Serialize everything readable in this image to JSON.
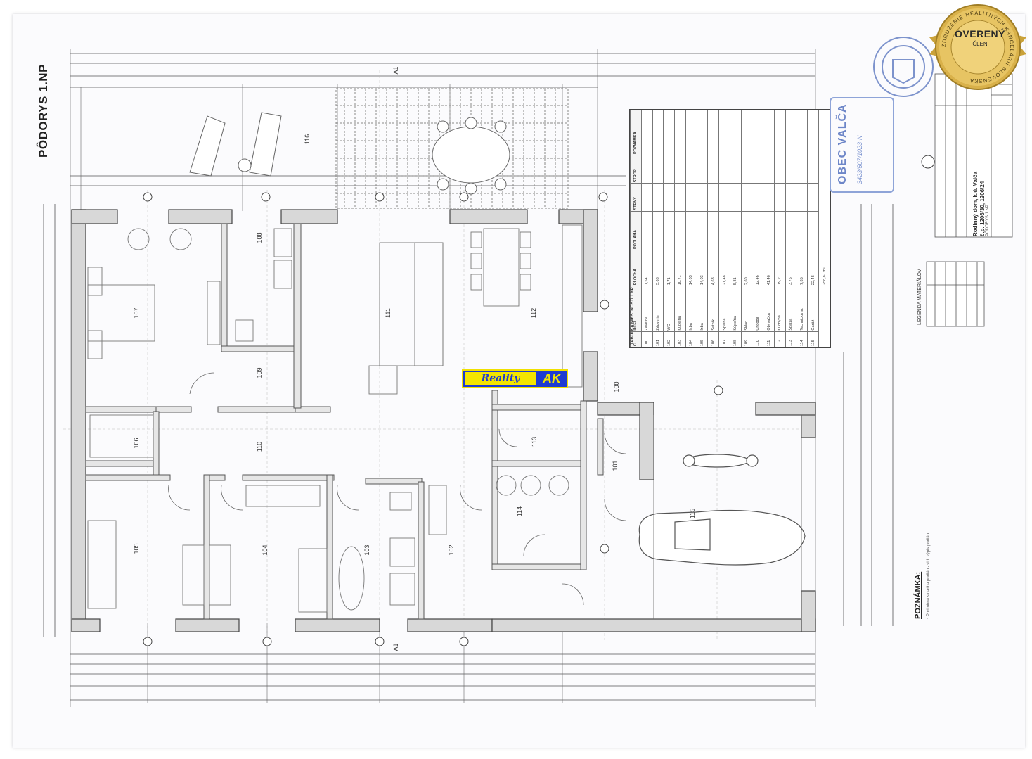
{
  "drawing": {
    "title": "PÔDORYS 1.NP",
    "section_marker": "A1",
    "rooms": [
      {
        "id": "101"
      },
      {
        "id": "102"
      },
      {
        "id": "103"
      },
      {
        "id": "104"
      },
      {
        "id": "105"
      },
      {
        "id": "106"
      },
      {
        "id": "107"
      },
      {
        "id": "108"
      },
      {
        "id": "109"
      },
      {
        "id": "110"
      },
      {
        "id": "111"
      },
      {
        "id": "112"
      },
      {
        "id": "113"
      },
      {
        "id": "114"
      },
      {
        "id": "115"
      },
      {
        "id": "116"
      },
      {
        "id": "100"
      }
    ],
    "note_title": "POZNÁMKA:",
    "note_text": "* Podrobná skladba podláh - viď. výpis podláh",
    "legend_title": "LEGENDA MATERIÁLOV"
  },
  "room_table": {
    "caption": "TABUĽKA MIESTNOSTÍ 1.NP",
    "headers": [
      "Č.",
      "ÚČEL",
      "PLOCHA",
      "PODLAHA",
      "STENY",
      "STROP",
      "POZNÁMKA"
    ],
    "rows": [
      [
        "100",
        "Závetrie",
        "7,54"
      ],
      [
        "101",
        "Zádverie",
        "3,68"
      ],
      [
        "102",
        "WC",
        "1,71"
      ],
      [
        "103",
        "Kúpeľňa",
        "10,71"
      ],
      [
        "104",
        "Izba",
        "14,03"
      ],
      [
        "105",
        "Izba",
        "14,03"
      ],
      [
        "106",
        "Šatník",
        "4,63"
      ],
      [
        "107",
        "Spálňa",
        "21,48"
      ],
      [
        "108",
        "Kúpeľňa",
        "5,81"
      ],
      [
        "109",
        "Sklad",
        "2,60"
      ],
      [
        "110",
        "Chodba",
        "12,46"
      ],
      [
        "111",
        "Obývačka",
        "41,46"
      ],
      [
        "112",
        "Kuchyňa",
        "19,21"
      ],
      [
        "113",
        "Špajza",
        "3,75"
      ],
      [
        "114",
        "Technická m.",
        "7,85"
      ],
      [
        "115",
        "Garáž",
        "22,48"
      ]
    ],
    "total": "258,87 m²"
  },
  "title_block": {
    "drawing_name": "PÔDORYS 1.NP",
    "project": "Rodinný dom, k.ú. Valča",
    "address": "č.p. 1206/30, 1206/24"
  },
  "stamp": {
    "municipality": "OBEC VALČA",
    "handwritten": "3423/507/1023-N"
  },
  "badge": {
    "main": "OVERENÝ",
    "sub": "ČLEN",
    "ring": "ZDRUŽENIE REALITNÝCH KANCELÁRIÍ SLOVENSKA"
  },
  "watermark": {
    "left": "Reality",
    "right": "AK"
  }
}
